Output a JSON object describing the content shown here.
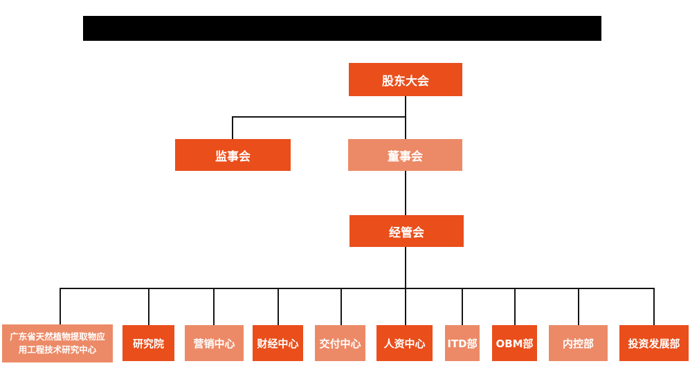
{
  "colors": {
    "primary_box": "#E94E1B",
    "secondary_box": "#EC8A67",
    "connector_line": "#141414",
    "box_text": "#FFFFFF",
    "redaction_bar": "#000000",
    "background": "#FFFFFF"
  },
  "title_bar": {
    "redacted": true
  },
  "org_chart": {
    "type": "org-tree",
    "root": {
      "label": "股东大会",
      "variant": "primary"
    },
    "level2": [
      {
        "label": "监事会",
        "variant": "primary"
      },
      {
        "label": "董事会",
        "variant": "secondary"
      }
    ],
    "level3": {
      "label": "经管会",
      "variant": "primary"
    },
    "departments": [
      {
        "label": "广东省天然植物提取物应用工程技术研究中心",
        "variant": "secondary"
      },
      {
        "label": "研究院",
        "variant": "primary"
      },
      {
        "label": "营销中心",
        "variant": "secondary"
      },
      {
        "label": "财经中心",
        "variant": "primary"
      },
      {
        "label": "交付中心",
        "variant": "secondary"
      },
      {
        "label": "人资中心",
        "variant": "primary"
      },
      {
        "label": "ITD部",
        "variant": "secondary"
      },
      {
        "label": "OBM部",
        "variant": "primary"
      },
      {
        "label": "内控部",
        "variant": "secondary"
      },
      {
        "label": "投资发展部",
        "variant": "primary"
      }
    ]
  }
}
